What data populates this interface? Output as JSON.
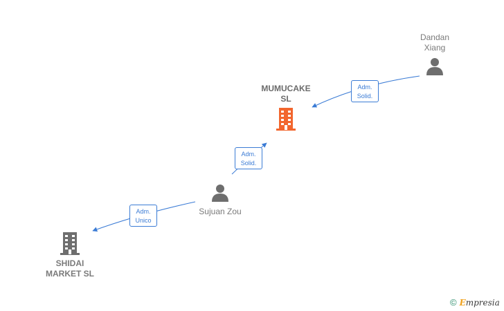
{
  "nodes": {
    "dandan": {
      "label": "Dandan\nXiang",
      "kind": "person"
    },
    "mumucake": {
      "label": "MUMUCAKE\nSL",
      "kind": "company-focus"
    },
    "sujuan": {
      "label": "Sujuan Zou",
      "kind": "person"
    },
    "shidai": {
      "label": "SHIDAI\nMARKET  SL",
      "kind": "company"
    }
  },
  "relations": [
    {
      "line1": "Adm.",
      "line2": "Solid."
    },
    {
      "line1": "Adm.",
      "line2": "Solid."
    },
    {
      "line1": "Adm.",
      "line2": "Unico"
    }
  ],
  "footer": {
    "copyright": "©",
    "brand_first": "E",
    "brand_rest": "mpresia"
  },
  "colors": {
    "focus_company": "#f2662e",
    "company": "#6e6e6e",
    "person": "#6e6e6e",
    "link": "#3a7bd5"
  }
}
